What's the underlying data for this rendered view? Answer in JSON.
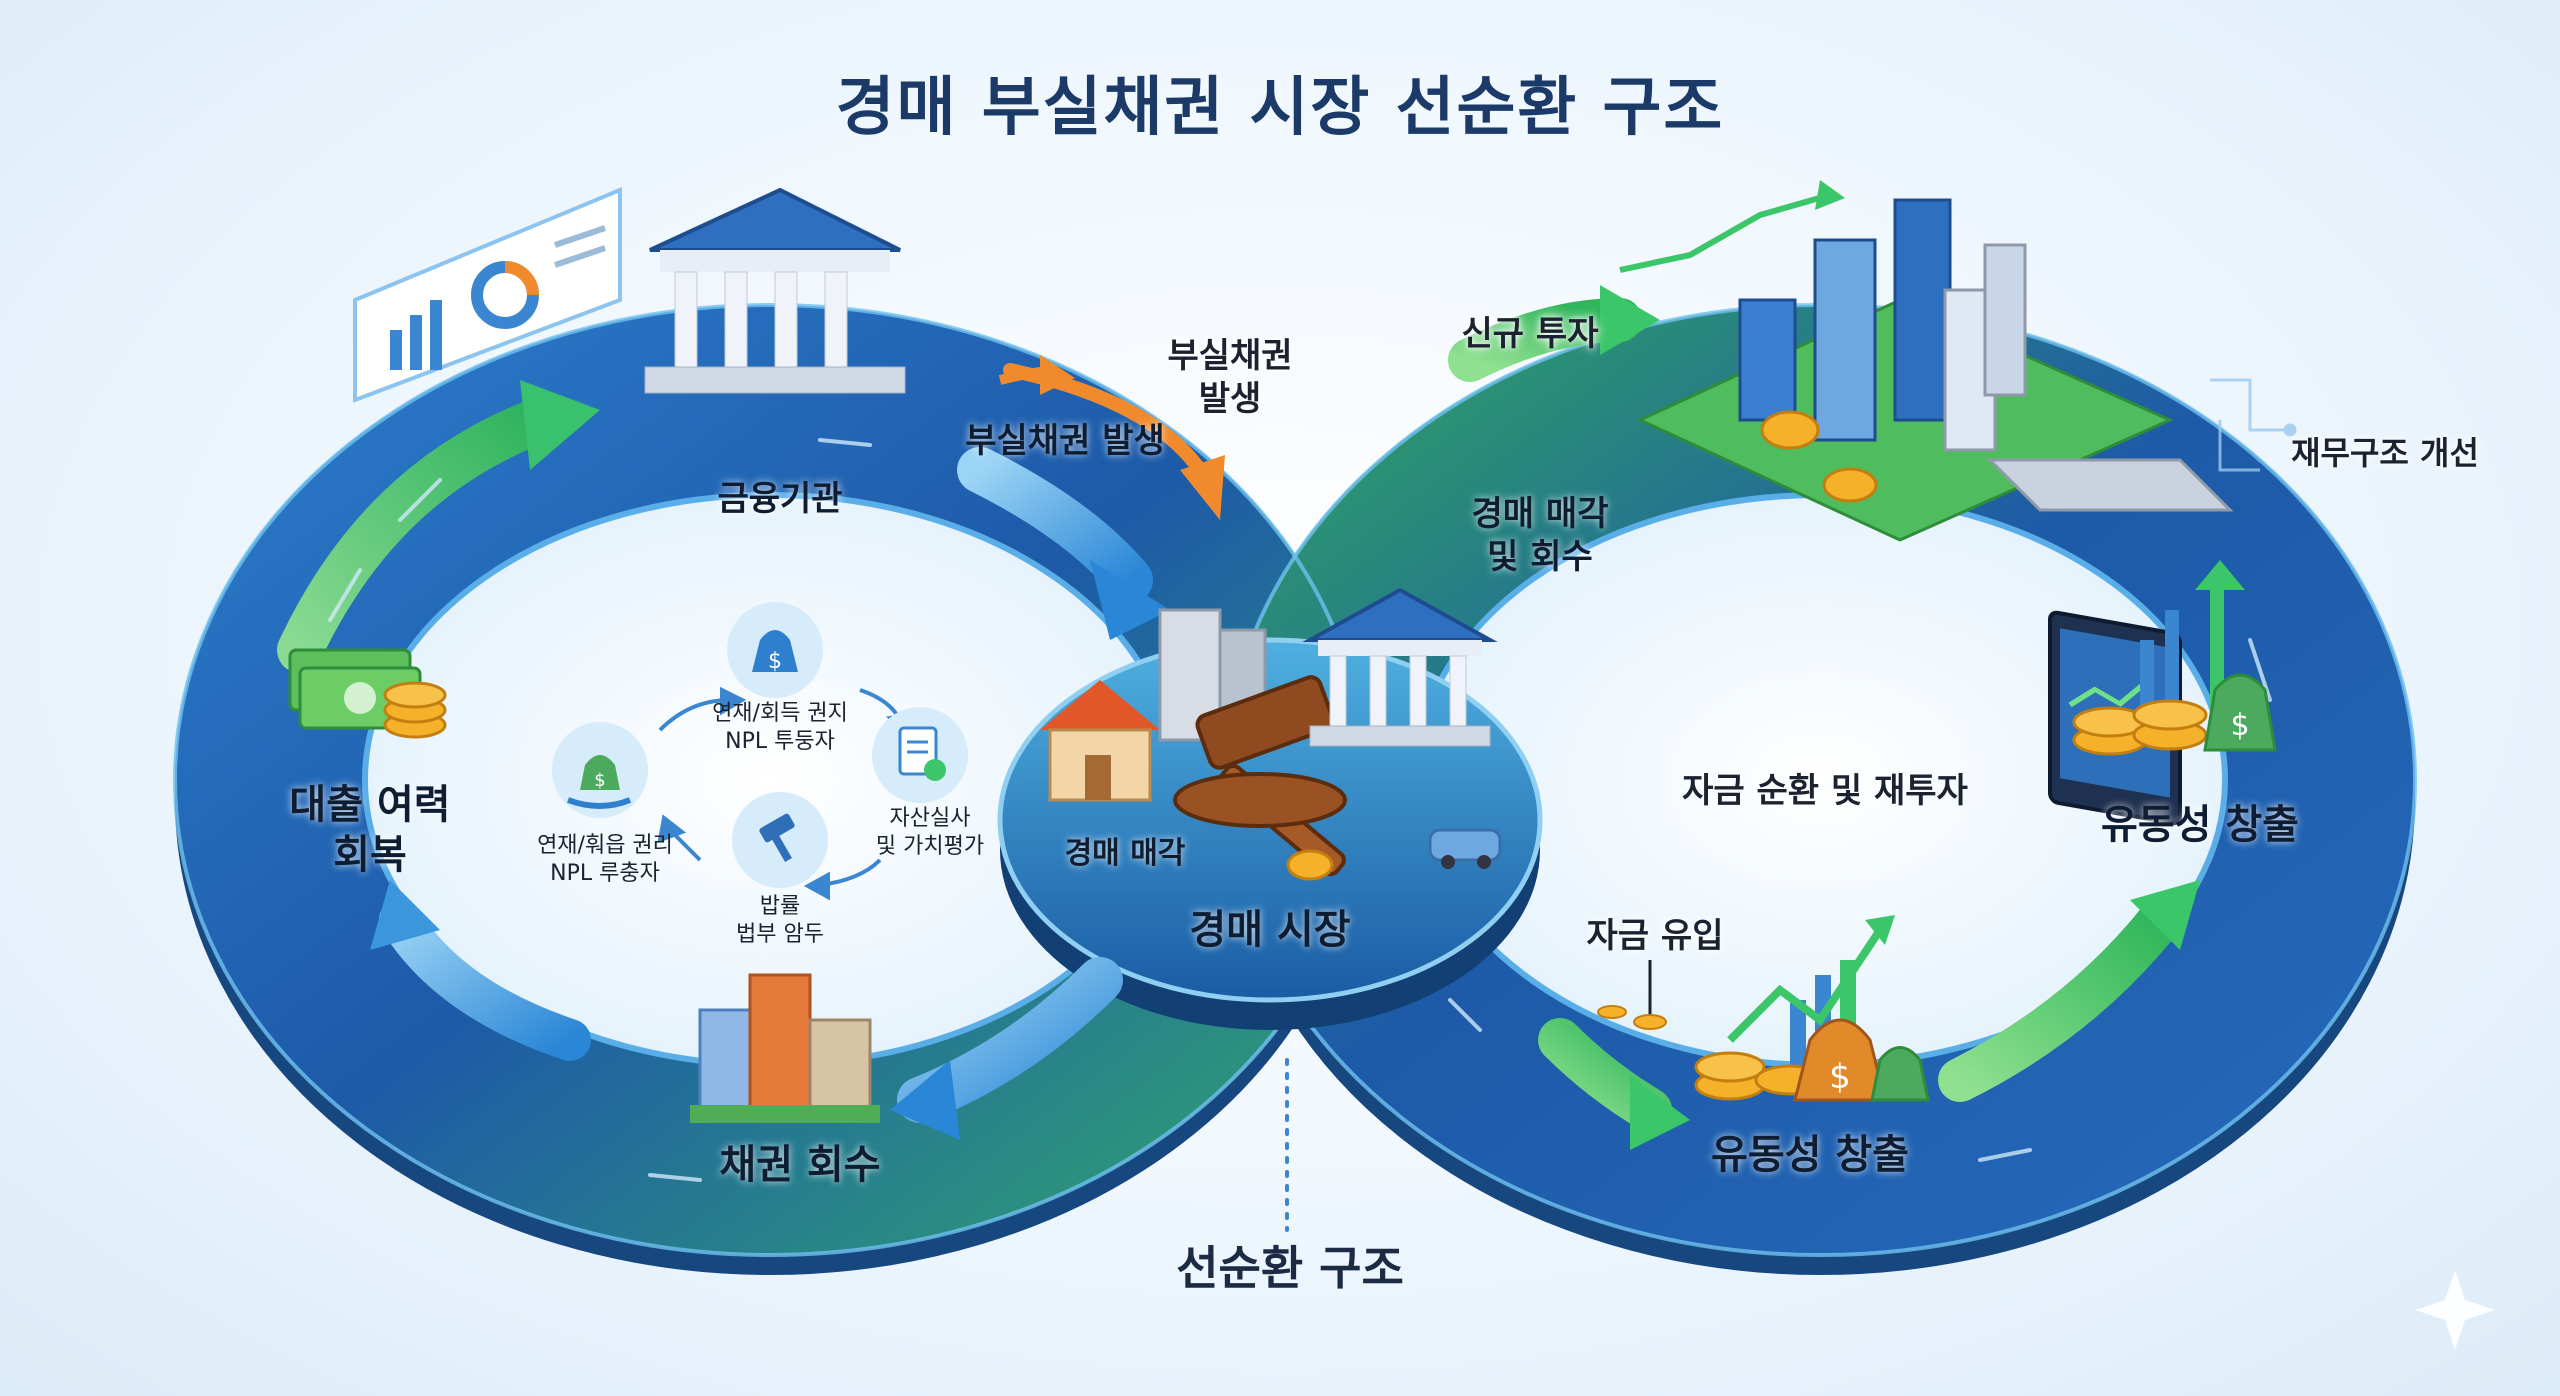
{
  "title": "경매 부실채권 시장 선순환 구조",
  "left_loop": {
    "financial_institution": "금융기관",
    "npl_occurrence_top": "부실채권\n발생",
    "npl_occurrence": "부실채권 발생",
    "auction_sale": "경매 매각",
    "bond_recovery": "채권 회수",
    "loan_recovery": "대출 여력\n회복"
  },
  "inner_cycle": {
    "item_top": "연재/회득 권지\nNPL 투둥자",
    "item_right": "자산실사\n및 가치평가",
    "item_bottom": "밥률\n법부 암두",
    "item_left": "연재/훠읍 권리\nNPL 루충자"
  },
  "center": {
    "auction_market": "경매 시장",
    "sale_recovery": "경매 매각\n및 회수"
  },
  "right_loop": {
    "new_investment": "신규 투자",
    "restructure": "재무구조 개선",
    "fund_cycle": "자금 순환 및 재투자",
    "liquidity_right": "유동성 창출",
    "fund_inflow": "자금 유입",
    "liquidity_bottom": "유동성 창출"
  },
  "footer": "선순환 구조",
  "colors": {
    "ring_dark": "#1d5aa8",
    "ring_light": "#2f86d6",
    "green": "#3cc66a",
    "title": "#1c3a68",
    "orange_arrow": "#f08a2c"
  },
  "icons": [
    "bank-icon",
    "dashboard-icon",
    "cash-stack-icon",
    "coin-icon",
    "building-icon",
    "house-icon",
    "gavel-icon",
    "car-icon",
    "city-icon",
    "laptop-icon",
    "chart-icon",
    "money-bag-icon",
    "document-check-icon"
  ]
}
